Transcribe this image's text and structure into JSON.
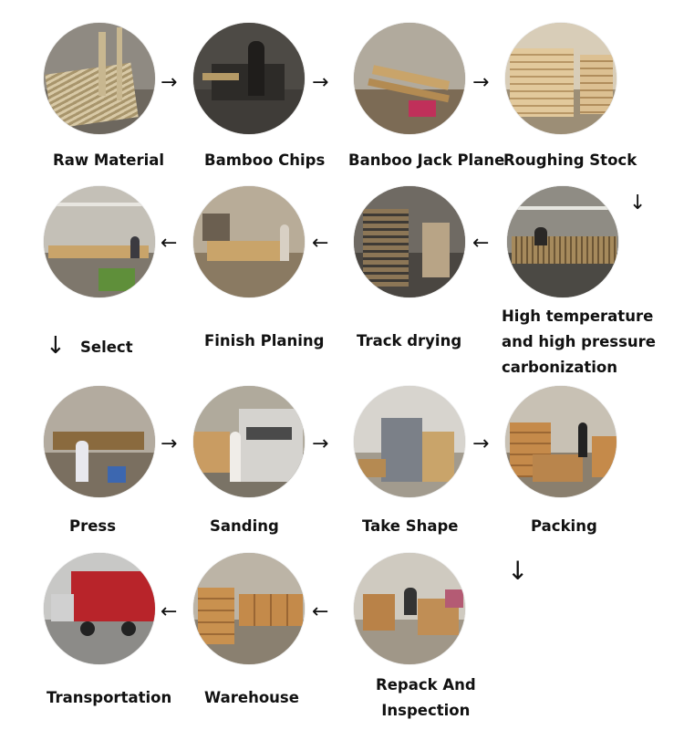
{
  "steps": {
    "raw_material": "Raw Material",
    "bamboo_chips": "Bamboo Chips",
    "jack_plane": "Banboo Jack Plane",
    "roughing_stock": "Roughing Stock",
    "carbonization_1": "High temperature",
    "carbonization_2": "and high pressure",
    "carbonization_3": "carbonization",
    "track_drying": "Track drying",
    "finish_planing": "Finish Planing",
    "select": "Select",
    "press": "Press",
    "sanding": "Sanding",
    "take_shape": "Take Shape",
    "packing": "Packing",
    "repack_1": "Repack And",
    "repack_2": "Inspection",
    "warehouse": "Warehouse",
    "transportation": "Transportation"
  },
  "arrows": {
    "right": "→",
    "left": "←",
    "down": "↓"
  },
  "colors": {
    "bamboo": "#c9a46a",
    "wood_dark": "#8a6a3e",
    "factory_wall": "#9a958c",
    "factory_floor": "#6f6a62",
    "truck_red": "#b8242a"
  }
}
